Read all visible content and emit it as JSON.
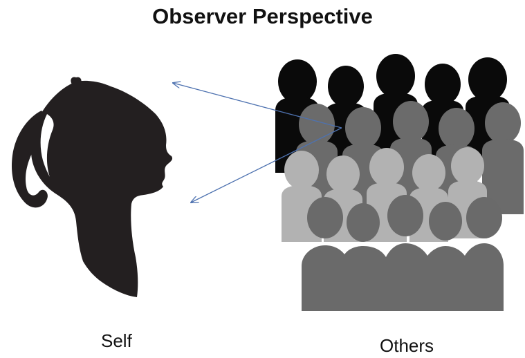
{
  "title": "Observer Perspective",
  "labels": {
    "self": "Self",
    "others": "Others"
  },
  "colors": {
    "self_silhouette": "#231f20",
    "crowd_back": "#0a0a0a",
    "crowd_middle": "#6b6b6b",
    "crowd_light": "#b2b2b2",
    "crowd_front": "#6a6a6a",
    "arrow": "#4e72b0"
  },
  "icons": {
    "self": "woman-ponytail-profile-silhouette",
    "others": "crowd-silhouette"
  }
}
